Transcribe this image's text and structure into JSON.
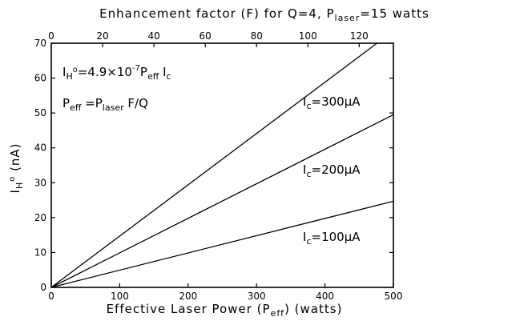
{
  "chart_data": {
    "type": "line",
    "x_axis": {
      "label_main": "Effective Laser Power (P",
      "label_sub": "eff",
      "label_tail": ") (watts)",
      "range": [
        0,
        500
      ],
      "ticks": [
        0,
        100,
        200,
        300,
        400,
        500
      ]
    },
    "x_top_axis": {
      "label_main": "Enhancement factor (F) for Q=4, P",
      "label_sub": "laser",
      "label_tail": "=15 watts",
      "range": [
        0,
        133.33
      ],
      "ticks": [
        0,
        20,
        40,
        60,
        80,
        100,
        120
      ]
    },
    "y_axis": {
      "label_main": "I",
      "label_sub": "H",
      "label_sup": "o",
      "label_tail": " (nA)",
      "range": [
        0,
        70
      ],
      "ticks": [
        0,
        10,
        20,
        30,
        40,
        50,
        60,
        70
      ]
    },
    "series": [
      {
        "name": "I_c=300μA",
        "x": [
          0,
          476
        ],
        "y": [
          0,
          70
        ]
      },
      {
        "name": "I_c=200μA",
        "x": [
          0,
          500
        ],
        "y": [
          0,
          49.5
        ]
      },
      {
        "name": "I_c=100μA",
        "x": [
          0,
          500
        ],
        "y": [
          0,
          24.7
        ]
      }
    ],
    "annotations": {
      "eq1": {
        "a": "I",
        "b": "H",
        "c": "o",
        "d": "=4.9×10",
        "e": "-7",
        "f": "P",
        "g": "eff",
        "h": " I",
        "i": "c"
      },
      "eq2": {
        "a": "P",
        "b": "eff",
        "c": " =P",
        "d": "laser",
        "e": " F/Q"
      },
      "series_labels": [
        {
          "a": "I",
          "b": "c",
          "c": "=300μA"
        },
        {
          "a": "I",
          "b": "c",
          "c": "=200μA"
        },
        {
          "a": "I",
          "b": "c",
          "c": "=100μA"
        }
      ]
    },
    "grid": false
  }
}
